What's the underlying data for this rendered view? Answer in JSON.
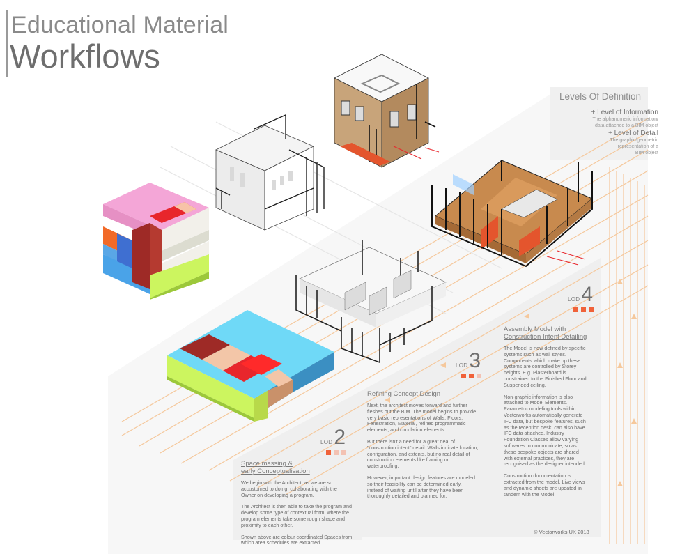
{
  "header": {
    "subtitle": "Educational Material",
    "title": "Workflows"
  },
  "legend": {
    "title": "Levels Of Definition",
    "items": [
      {
        "name": "+ Level of Information",
        "desc": [
          "The alphanumeric information/",
          "data attached to a BIM object"
        ]
      },
      {
        "name": "+ Level of Detail",
        "desc": [
          "The graphic/geometric",
          "representation of a",
          "BIM object"
        ]
      }
    ]
  },
  "lod_badges": [
    {
      "label": "LOD",
      "number": "2",
      "filled": 1
    },
    {
      "label": "LOD",
      "number": "3",
      "filled": 2
    },
    {
      "label": "LOD",
      "number": "4",
      "filled": 3
    }
  ],
  "panels": [
    {
      "title": [
        "Space massing &",
        "early Conceptualisation"
      ],
      "paragraphs": [
        "We begin with the Architect, as we are so accustomed to doing, collaborating with the Owner on developing a program.",
        "The Architect is then able to take the program and develop some type of contextual form, where the program elements take some rough shape and proximity to each other.",
        "Shown above are colour coordinated Spaces from which area schedules are extracted."
      ]
    },
    {
      "title": [
        "Refining Concept Design"
      ],
      "paragraphs": [
        "Next, the architect moves forward and further fleshes out the BIM. The model begins to provide very basic representations of Walls, Floors, Fenestration, Material, refined programmatic elements, and circulation elements.",
        "But there isn't a need for a great deal of \"construction intent\" detail. Walls indicate location, configuration, and extents, but no real detail of construction elements like framing or waterproofing.",
        "However, important design features are modeled so their feasibility can be determined early, instead of waiting until after they have been thoroughly detailed and planned for."
      ]
    },
    {
      "title": [
        "Assembly Model with",
        "Construction Intent Detailing"
      ],
      "paragraphs": [
        "The Model is now defined by specific systems such as wall styles. Components which make up these systems are controlled by Storey heights. E.g. Plasterboard is constrained to the Finished Floor and Suspended ceiling.",
        "Non-graphic information is also attached to Model Elements. Parametric modeling tools within Vectorworks automatically generate IFC data, but bespoke features, such as the reception desk, can also have IFC data attached. Industry Foundation Classes allow varying softwares to communicate, so as these bespoke objects are shared with external practices, they are recognised as the designer intended.",
        "Construction documentation is extracted from the model. Live views and dynamic sheets are updated in tandem with the Model."
      ]
    }
  ],
  "footer": {
    "copyright": "© Vectorworks UK 2018"
  },
  "colors": {
    "accent": "#f0623a",
    "accent_light": "#f3c2b3",
    "track": "#f5c89c",
    "panel_bg": "#f2f2f2",
    "mass_pink": "#f4a6d7",
    "mass_red": "#e8262c",
    "mass_maroon": "#9e2a26",
    "mass_green": "#ccf55f",
    "mass_cyan": "#7ee0fa",
    "mass_orange": "#f26a28",
    "mass_blue": "#5aa7e6",
    "mass_tan": "#c9916a",
    "floor_wood": "#c88a4e"
  }
}
